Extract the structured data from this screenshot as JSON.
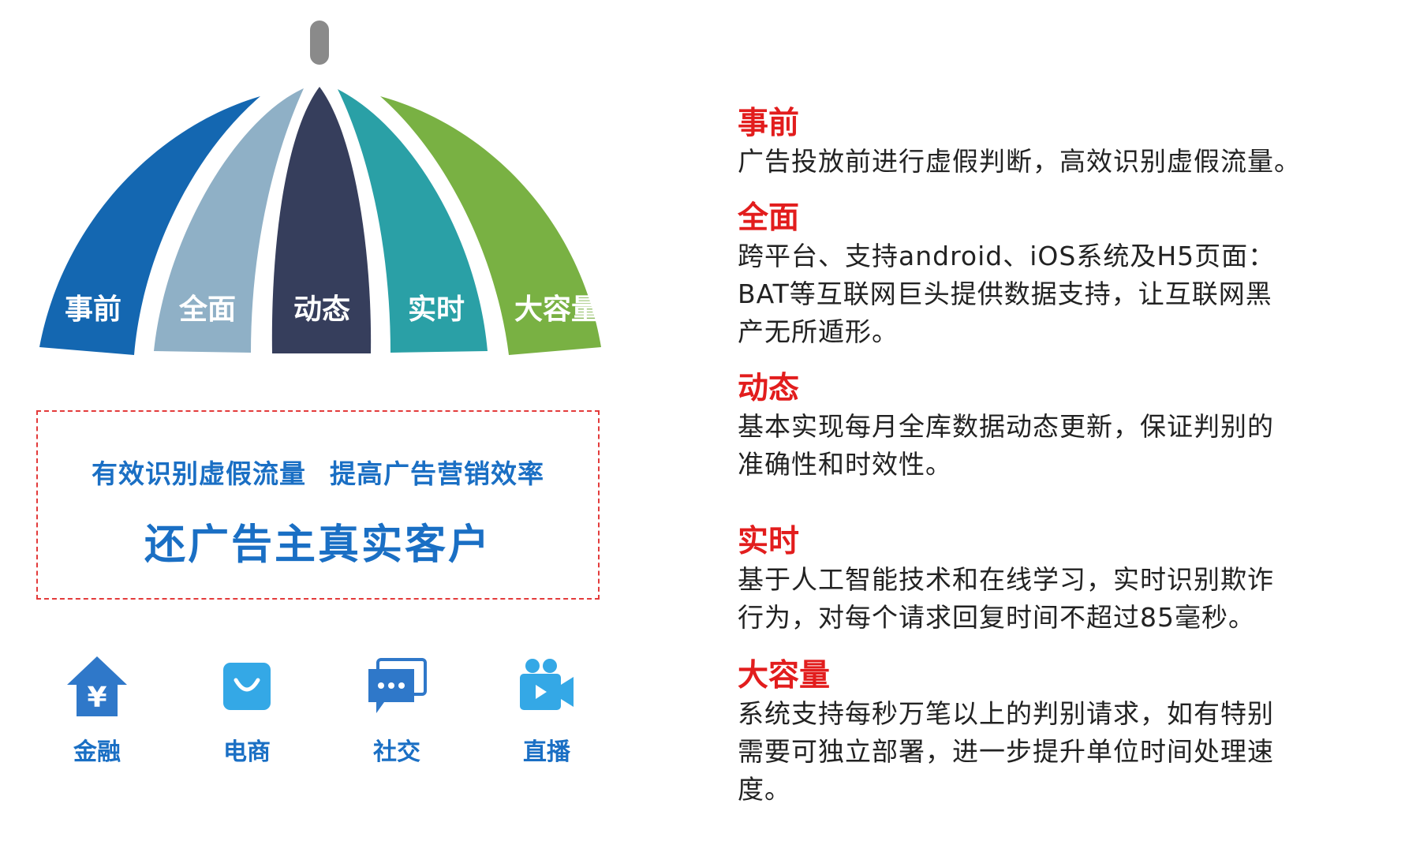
{
  "umbrella": {
    "segments": [
      {
        "label": "事前",
        "color": "#1467b1"
      },
      {
        "label": "全面",
        "color": "#8fb0c6"
      },
      {
        "label": "动态",
        "color": "#363e5c"
      },
      {
        "label": "实时",
        "color": "#2aa0a6"
      },
      {
        "label": "大容量",
        "color": "#79b143"
      }
    ]
  },
  "slogan": {
    "line1": [
      "有效识别虚假流量",
      "提高广告营销效率"
    ],
    "line2": "还广告主真实客户"
  },
  "categories": [
    {
      "label": "金融",
      "icon": "finance-house-yen-icon"
    },
    {
      "label": "电商",
      "icon": "shopping-bag-icon"
    },
    {
      "label": "社交",
      "icon": "chat-bubbles-icon"
    },
    {
      "label": "直播",
      "icon": "video-camera-icon"
    }
  ],
  "features": [
    {
      "title": "事前",
      "lines": [
        "广告投放前进行虚假判断，高效识别虚假流量。"
      ]
    },
    {
      "title": "全面",
      "lines": [
        "跨平台、支持android、iOS系统及H5页面：",
        "BAT等互联网巨头提供数据支持，让互联网黑",
        "产无所遁形。"
      ]
    },
    {
      "title": "动态",
      "lines": [
        "基本实现每月全库数据动态更新，保证判别的",
        "准确性和时效性。"
      ]
    },
    {
      "title": "实时",
      "lines": [
        "基于人工智能技术和在线学习，实时识别欺诈",
        "行为，对每个请求回复时间不超过85毫秒。"
      ]
    },
    {
      "title": "大容量",
      "lines": [
        "系统支持每秒万笔以上的判别请求，如有特别",
        "需要可独立部署，进一步提升单位时间处理速",
        "度。"
      ]
    }
  ],
  "colors": {
    "accent_blue": "#1a6fc4",
    "title_red": "#e21d1d",
    "dash_red": "#e33b3b",
    "icon_blue": "#2f78c9",
    "handle_gray": "#8a8a8a"
  }
}
